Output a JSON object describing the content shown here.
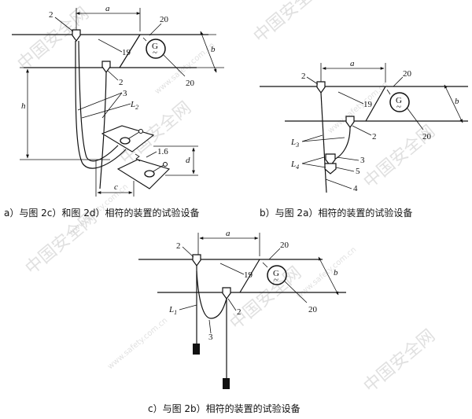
{
  "watermarks": [
    "中国安全网",
    "www.safety.com.cn"
  ],
  "panels": {
    "a": {
      "caption": "a）与图 2c）和图 2d）相符的装置的试验设备",
      "dim_a": "a",
      "dim_b": "b",
      "dim_h": "h",
      "dim_c": "c",
      "dim_d": "d",
      "dim_16": "1.6",
      "num_2a": "2",
      "num_2b": "2",
      "num_3": "3",
      "num_19": "19",
      "num_20a": "20",
      "num_20b": "20",
      "L_main": "L",
      "L_sub": "2",
      "gen": "G"
    },
    "b": {
      "caption": "b）与图 2a）相符的装置的试验设备",
      "dim_a": "a",
      "dim_b": "b",
      "num_2a": "2",
      "num_2b": "2",
      "num_3": "3",
      "num_4": "4",
      "num_5": "5",
      "num_19": "19",
      "num_20a": "20",
      "num_20b": "20",
      "L3_main": "L",
      "L3_sub": "3",
      "L4_main": "L",
      "L4_sub": "4",
      "gen": "G"
    },
    "c": {
      "caption": "c）与图 2b）相符的装置的试验设备",
      "dim_a": "a",
      "dim_b": "b",
      "num_2a": "2",
      "num_2b": "2",
      "num_3": "3",
      "num_19": "19",
      "num_20a": "20",
      "num_20b": "20",
      "L1_main": "L",
      "L1_sub": "1",
      "gen": "G"
    }
  }
}
